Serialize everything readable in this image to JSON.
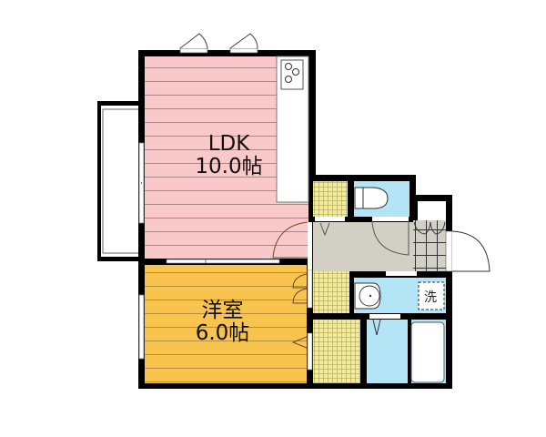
{
  "floorplan": {
    "title": "",
    "rooms": [
      {
        "id": "ldk",
        "name": "LDK",
        "size": "10.0帖",
        "color": "#f9c8c8"
      },
      {
        "id": "western",
        "name": "洋室",
        "size": "6.0帖",
        "color": "#f8c44e"
      },
      {
        "id": "entrance",
        "name": "",
        "size": "",
        "color": "#d2cfc4"
      },
      {
        "id": "toilet",
        "name": "",
        "size": "",
        "color": "#b3e5f7"
      },
      {
        "id": "washroom",
        "name": "",
        "size": "",
        "color": "#b3e5f7"
      },
      {
        "id": "bath",
        "name": "",
        "size": "",
        "color": "#b3e5f7"
      },
      {
        "id": "closet",
        "name": "",
        "size": "",
        "color": "#f2ec9a"
      }
    ],
    "fixtures": {
      "washer_label": "洗"
    },
    "colors": {
      "wall": "#000000",
      "ldk": "#f9c8c8",
      "western": "#f8c44e",
      "entrance": "#d2cfc4",
      "water": "#b3e5f7",
      "closet": "#f2ec9a"
    }
  }
}
